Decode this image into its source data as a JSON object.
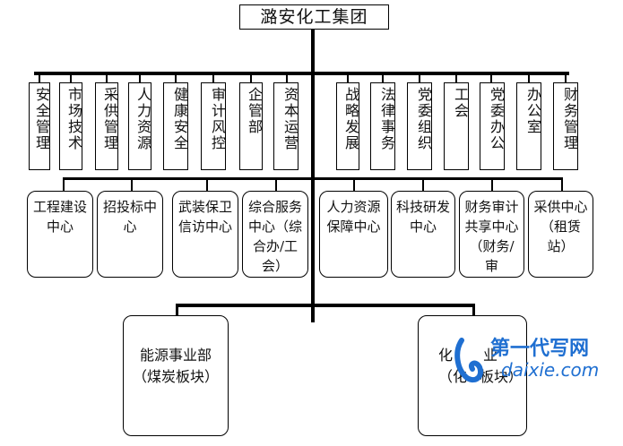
{
  "title": "潞安化工集团",
  "departments": [
    "安全管理",
    "市场技术",
    "采供管理",
    "人力资源",
    "健康安全",
    "审计风控",
    "企管部",
    "资本运营",
    "战略发展",
    "法律事务",
    "党委组织",
    "工会",
    "党委办公",
    "办公室",
    "财务管理"
  ],
  "centers": [
    "工程建设中心",
    "招投标中心",
    "武装保卫信访中心",
    "综合服务中心（综合办/工会）",
    "人力资源保障中心",
    "科技研发中心",
    "财务审计共享中心（财务/审",
    "采供中心（租赁站）"
  ],
  "divisions": {
    "left": "能源事业部（煤炭板块）",
    "right_line1": "化",
    "right_line1b": "业",
    "right_line2": "（化",
    "right_line2b": "板块）"
  },
  "watermark": {
    "brand": "第一代写网",
    "url": "daixie.com"
  }
}
